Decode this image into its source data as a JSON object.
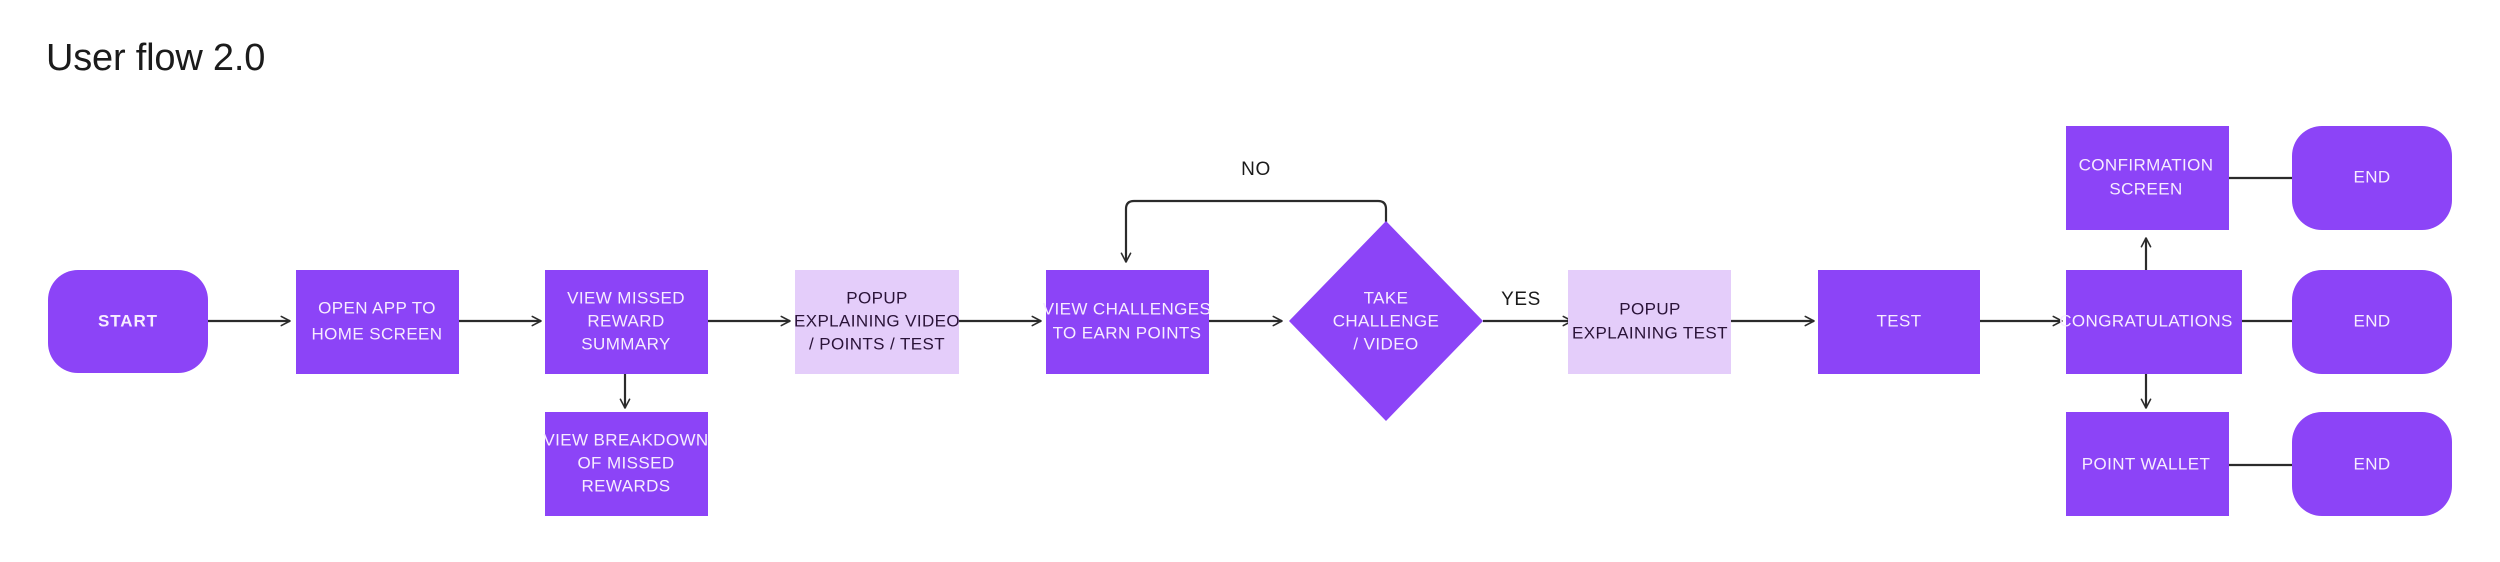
{
  "page": {
    "title": "User flow 2.0",
    "background_color": "#ffffff"
  },
  "theme": {
    "primary_fill": "#8c44f7",
    "light_fill": "#e4cdfa",
    "text_on_primary": "#f7ecff",
    "text_on_light": "#2a1338",
    "connector_color": "#2b2b2b",
    "title_color": "#1b1b1b"
  },
  "diagram": {
    "type": "flowchart",
    "orientation": "left-to-right",
    "nodes": [
      {
        "id": "start",
        "shape": "rounded-rect",
        "style": "primary",
        "bold": true,
        "lines": [
          "START"
        ]
      },
      {
        "id": "open-app",
        "shape": "rect",
        "style": "primary",
        "bold": false,
        "lines": [
          "OPEN APP TO",
          "HOME SCREEN"
        ]
      },
      {
        "id": "view-summary",
        "shape": "rect",
        "style": "primary",
        "bold": false,
        "lines": [
          "VIEW MISSED",
          "REWARD",
          "SUMMARY"
        ]
      },
      {
        "id": "view-breakdown",
        "shape": "rect",
        "style": "primary",
        "bold": false,
        "lines": [
          "VIEW BREAKDOWN",
          "OF MISSED",
          "REWARDS"
        ]
      },
      {
        "id": "popup-video",
        "shape": "rect",
        "style": "light",
        "bold": false,
        "lines": [
          "POPUP",
          "EXPLAINING VIDEO",
          "/ POINTS / TEST"
        ]
      },
      {
        "id": "view-challenges",
        "shape": "rect",
        "style": "primary",
        "bold": false,
        "lines": [
          "VIEW CHALLENGES",
          "TO EARN POINTS"
        ]
      },
      {
        "id": "take-challenge",
        "shape": "diamond",
        "style": "primary",
        "bold": false,
        "lines": [
          "TAKE",
          "CHALLENGE",
          "/ VIDEO"
        ]
      },
      {
        "id": "popup-test",
        "shape": "rect",
        "style": "light",
        "bold": false,
        "lines": [
          "POPUP",
          "EXPLAINING TEST"
        ]
      },
      {
        "id": "test",
        "shape": "rect",
        "style": "primary",
        "bold": false,
        "lines": [
          "TEST"
        ]
      },
      {
        "id": "congratulations",
        "shape": "rect",
        "style": "primary",
        "bold": false,
        "lines": [
          "CONGRATULATIONS"
        ]
      },
      {
        "id": "confirmation",
        "shape": "rect",
        "style": "primary",
        "bold": false,
        "lines": [
          "CONFIRMATION",
          "SCREEN"
        ]
      },
      {
        "id": "point-wallet",
        "shape": "rect",
        "style": "primary",
        "bold": false,
        "lines": [
          "POINT WALLET"
        ]
      },
      {
        "id": "end-top",
        "shape": "rounded-rect",
        "style": "primary",
        "bold": false,
        "lines": [
          "END"
        ]
      },
      {
        "id": "end-middle",
        "shape": "rounded-rect",
        "style": "primary",
        "bold": false,
        "lines": [
          "END"
        ]
      },
      {
        "id": "end-bottom",
        "shape": "rounded-rect",
        "style": "primary",
        "bold": false,
        "lines": [
          "END"
        ]
      }
    ],
    "edges": [
      {
        "from": "start",
        "to": "open-app",
        "label": ""
      },
      {
        "from": "open-app",
        "to": "view-summary",
        "label": ""
      },
      {
        "from": "view-summary",
        "to": "popup-video",
        "label": ""
      },
      {
        "from": "view-summary",
        "to": "view-breakdown",
        "label": ""
      },
      {
        "from": "popup-video",
        "to": "view-challenges",
        "label": ""
      },
      {
        "from": "view-challenges",
        "to": "take-challenge",
        "label": ""
      },
      {
        "from": "take-challenge",
        "to": "view-challenges",
        "label": "NO"
      },
      {
        "from": "take-challenge",
        "to": "popup-test",
        "label": "YES"
      },
      {
        "from": "popup-test",
        "to": "test",
        "label": ""
      },
      {
        "from": "test",
        "to": "congratulations",
        "label": ""
      },
      {
        "from": "congratulations",
        "to": "end-middle",
        "label": ""
      },
      {
        "from": "congratulations",
        "to": "confirmation",
        "label": ""
      },
      {
        "from": "congratulations",
        "to": "point-wallet",
        "label": ""
      },
      {
        "from": "confirmation",
        "to": "end-top",
        "label": ""
      },
      {
        "from": "point-wallet",
        "to": "end-bottom",
        "label": ""
      }
    ],
    "edge_labels": {
      "no": "NO",
      "yes": "YES"
    }
  }
}
